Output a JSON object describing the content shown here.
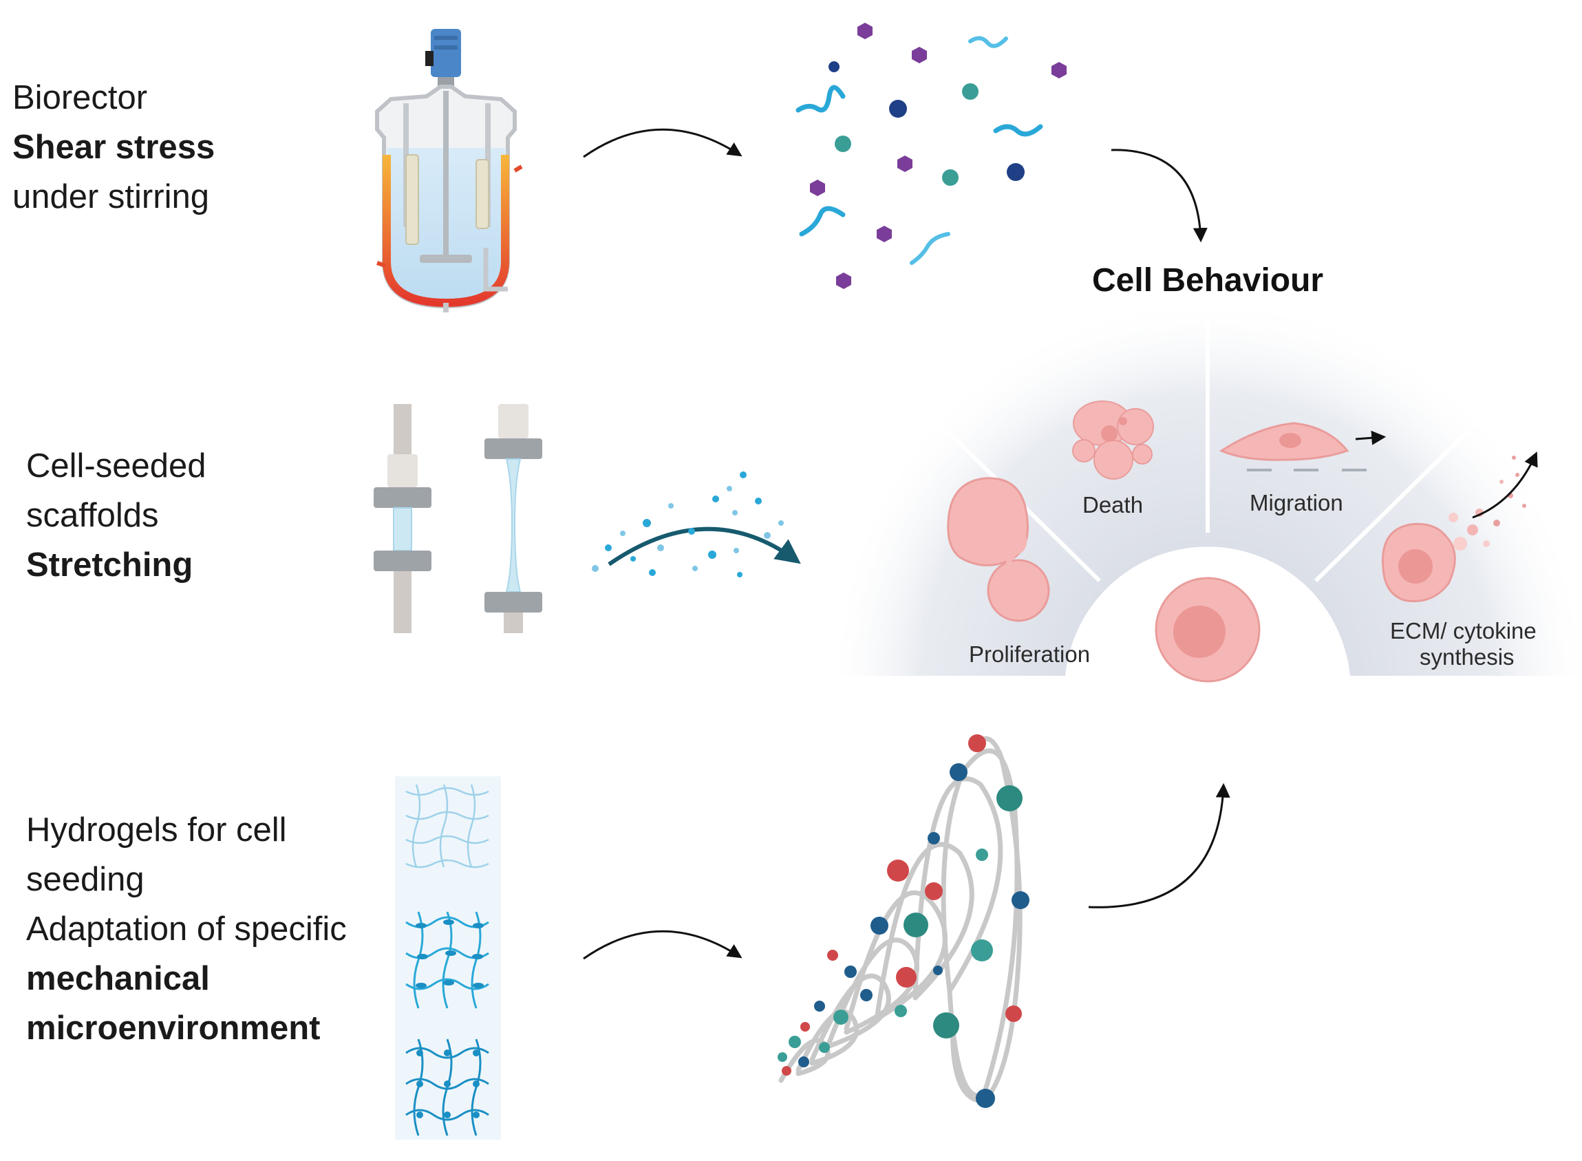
{
  "rows": {
    "bioreactor": {
      "lines": [
        "Biorector",
        "Shear stress",
        "under stirring"
      ]
    },
    "scaffolds": {
      "lines": [
        "Cell-seeded",
        "scaffolds",
        "Stretching"
      ]
    },
    "hydrogels": {
      "lines": [
        "Hydrogels for cell",
        "seeding",
        "Adaptation of specific",
        "mechanical",
        "microenvironment"
      ]
    }
  },
  "cell_behaviour": {
    "title": "Cell Behaviour",
    "segments": {
      "proliferation": "Proliferation",
      "death": "Death",
      "migration": "Migration",
      "ecm_line1": "ECM/ cytokine",
      "ecm_line2": "synthesis"
    }
  },
  "colors": {
    "teal": "#3a9e96",
    "navy": "#1f5d8c",
    "red": "#d0474a",
    "purple": "#7a3d99",
    "cyan": "#29a8d8",
    "cell_pink": "#f2a5a3",
    "fan_grey": "#dfe3ea",
    "reactor_liquid": "#cfe6f6",
    "heater": "#e64c2e"
  }
}
